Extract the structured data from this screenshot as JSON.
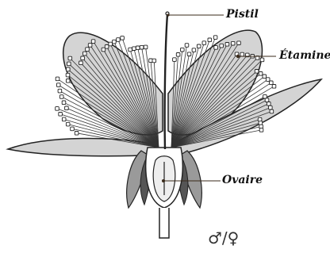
{
  "labels": {
    "pistil": "Pistil",
    "etamine": "Étamine",
    "ovaire": "Ovaire"
  },
  "sex_symbol": "♂/♀",
  "colors": {
    "outline": "#222222",
    "petal_fill": "#d4d4d4",
    "sepal_fill": "#9a9a9a",
    "leader_line": "#3a2a1a"
  }
}
